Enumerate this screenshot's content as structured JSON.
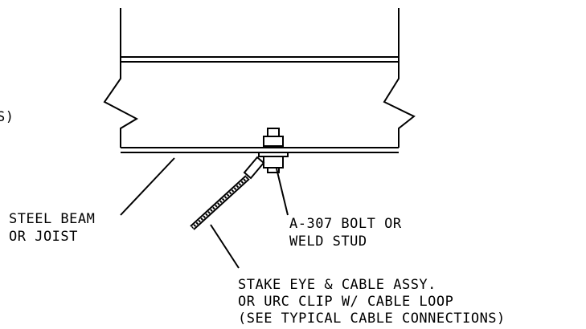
{
  "labels": {
    "left_cut_text": "S)",
    "steel_beam_line1": "STEEL BEAM",
    "steel_beam_line2": "OR JOIST",
    "bolt_line1": "A-307 BOLT OR",
    "bolt_line2": "WELD STUD",
    "stake_line1": "STAKE EYE & CABLE ASSY.",
    "stake_line2": "OR URC CLIP W/ CABLE LOOP",
    "stake_line3": "(SEE TYPICAL CABLE CONNECTIONS)"
  },
  "colors": {
    "line": "#000000",
    "background": "#ffffff"
  }
}
